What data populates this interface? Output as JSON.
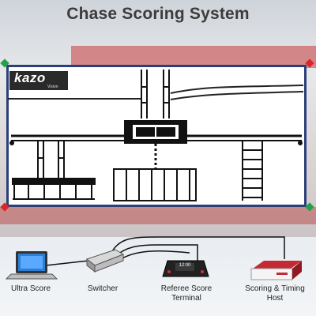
{
  "title": "Chase Scoring System",
  "logo": {
    "text": "kazo",
    "subtext": "Vision"
  },
  "devices": [
    {
      "id": "ultra_score",
      "label": "Ultra Score"
    },
    {
      "id": "switcher",
      "label": "Switcher"
    },
    {
      "id": "referee_terminal",
      "label": "Referee Score Terminal"
    },
    {
      "id": "scoring_host",
      "label": "Scoring & Timing Host"
    }
  ],
  "terminal_screen_text": "12:00",
  "colors": {
    "title": "#3c3c3c",
    "panel_border": "#2b3f78",
    "corner_red": "#d9262b",
    "corner_green": "#22a04a",
    "host_red": "#b3202a"
  }
}
